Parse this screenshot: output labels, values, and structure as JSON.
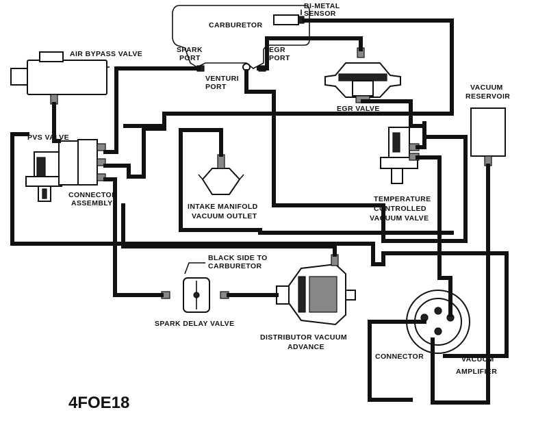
{
  "labels": {
    "bimetal_line1": "BI-METAL",
    "bimetal_line2": "SENSOR",
    "carburetor": "CARBURETOR",
    "air_bypass": "AIR BYPASS VALVE",
    "spark_port_1": "SPARK",
    "spark_port_2": "PORT",
    "egr_port_1": "EGR",
    "egr_port_2": "PORT",
    "venturi_1": "VENTURI",
    "venturi_2": "PORT",
    "egr_valve": "EGR VALVE",
    "vac_res_1": "VACUUM",
    "vac_res_2": "RESERVOIR",
    "pvs_valve": "PVS VALVE",
    "connector_assy_1": "CONNECTOR",
    "connector_assy_2": "ASSEMBLY",
    "intake_1": "INTAKE MANIFOLD",
    "intake_2": "VACUUM OUTLET",
    "temp_1": "TEMPERATURE",
    "temp_2": "CONTROLLED",
    "temp_3": "VACUUM VALVE",
    "black_side_1": "BLACK SIDE TO",
    "black_side_2": "CARBURETOR",
    "spark_delay": "SPARK DELAY VALVE",
    "dist_1": "DISTRIBUTOR VACUUM",
    "dist_2": "ADVANCE",
    "connector": "CONNECTOR",
    "vac_amp_1": "VACUUM",
    "vac_amp_2": "AMPLIFIER",
    "figure_code": "4FOE18"
  }
}
